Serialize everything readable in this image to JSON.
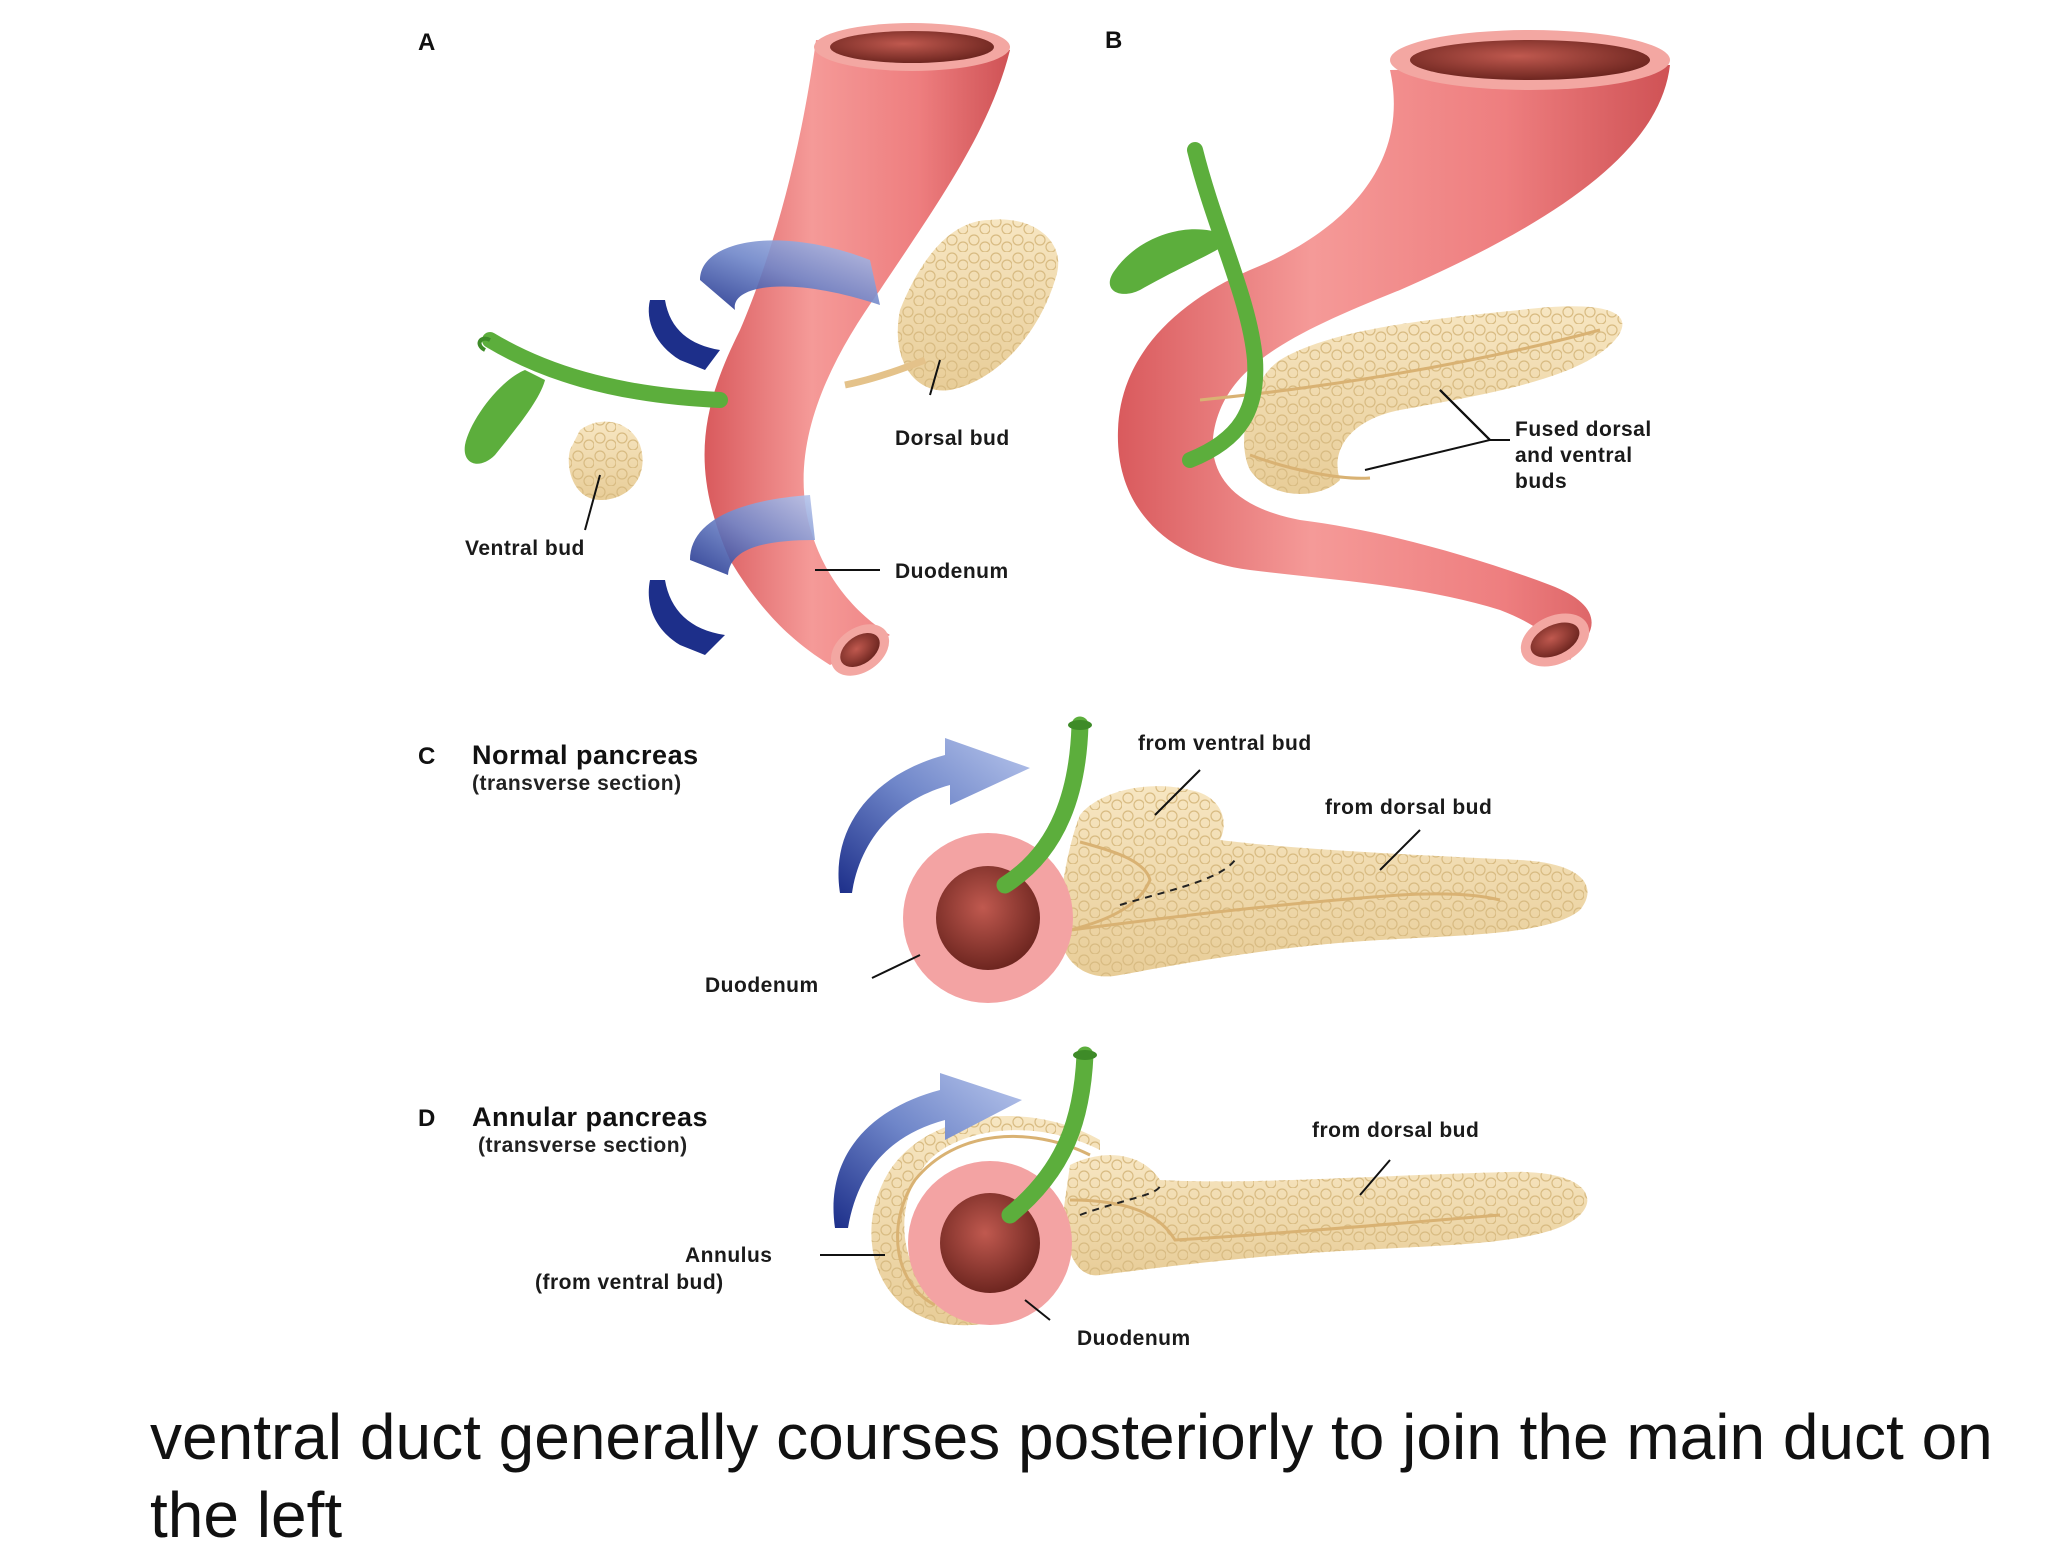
{
  "panels": {
    "a": {
      "letter": "A",
      "labels": {
        "dorsal_bud": "Dorsal bud",
        "ventral_bud": "Ventral bud",
        "duodenum": "Duodenum"
      }
    },
    "b": {
      "letter": "B",
      "labels": {
        "fused_line1": "Fused dorsal",
        "fused_line2": "and ventral",
        "fused_line3": "buds"
      }
    },
    "c": {
      "letter": "C",
      "title": "Normal pancreas",
      "subtitle": "(transverse section)",
      "labels": {
        "from_ventral": "from ventral bud",
        "from_dorsal": "from dorsal bud",
        "duodenum": "Duodenum"
      }
    },
    "d": {
      "letter": "D",
      "title": "Annular pancreas",
      "subtitle": "(transverse section)",
      "labels": {
        "annulus_line1": "Annulus",
        "annulus_line2": "(from ventral bud)",
        "from_dorsal": "from dorsal bud",
        "duodenum": "Duodenum"
      }
    }
  },
  "caption": "ventral duct generally courses posteriorly to join the main duct on the left",
  "colors": {
    "duodenum": "#ec7778",
    "duodenum_lumen": "#8b3a30",
    "pancreas": "#f2dcb0",
    "bile_duct": "#5cae3c",
    "rotation_arrow": "#8aa0d8",
    "rotation_arrow_dark": "#1d2f8a"
  }
}
